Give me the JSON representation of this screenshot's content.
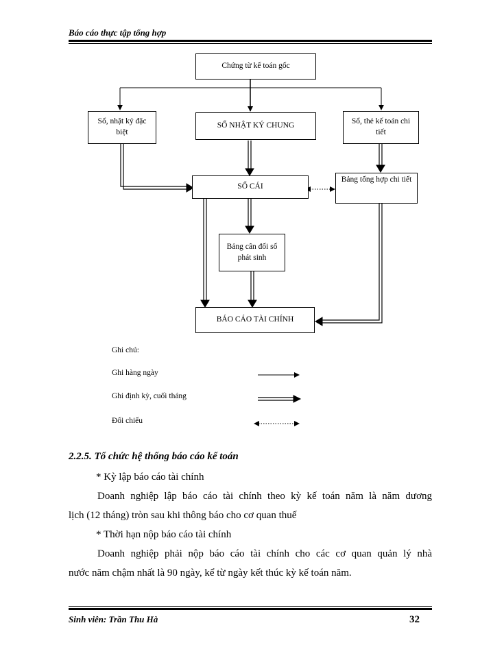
{
  "header": {
    "title": "Báo cáo thực tập tổng hợp"
  },
  "diagram": {
    "boxes": {
      "source_docs": "Chứng từ kế toán gốc",
      "special_journal": "Sổ, nhật ký đặc biệt",
      "general_journal": "SỔ NHẬT KÝ CHUNG",
      "detail_ledger": "Sổ, thẻ kế toán chi tiết",
      "general_ledger": "SỔ CÁI",
      "detail_summary": "Bảng tổng hợp chi tiết",
      "trial_balance": "Bảng cân đối số phát sinh",
      "financial_report": "BÁO CÁO TÀI CHÍNH"
    },
    "legend": {
      "title": "Ghi chú:",
      "daily": "Ghi hàng ngày",
      "periodic": "Ghi định kỳ, cuối tháng",
      "reconcile": "Đối chiếu"
    }
  },
  "content": {
    "section_heading": "2.2.5. Tổ chức hệ thống báo cáo kế toán",
    "bullet1": "* Kỳ lập báo cáo tài chính",
    "para1_line1": "Doanh nghiệp lập báo cáo tài chính theo kỳ kế toán năm là năm dương",
    "para1_line2": "lịch (12 tháng) tròn sau khi thông báo cho cơ quan thuế",
    "bullet2": "* Thời hạn nộp báo cáo tài chính",
    "para2_line1": "Doanh nghiệp phải nộp báo cáo tài chính cho các cơ quan quản lý nhà",
    "para2_line2": "nước năm chậm nhất là 90 ngày, kể từ ngày kết thúc kỳ kế toán năm."
  },
  "footer": {
    "student": "Sinh viên: Trần Thu Hà",
    "page_number": "32"
  }
}
